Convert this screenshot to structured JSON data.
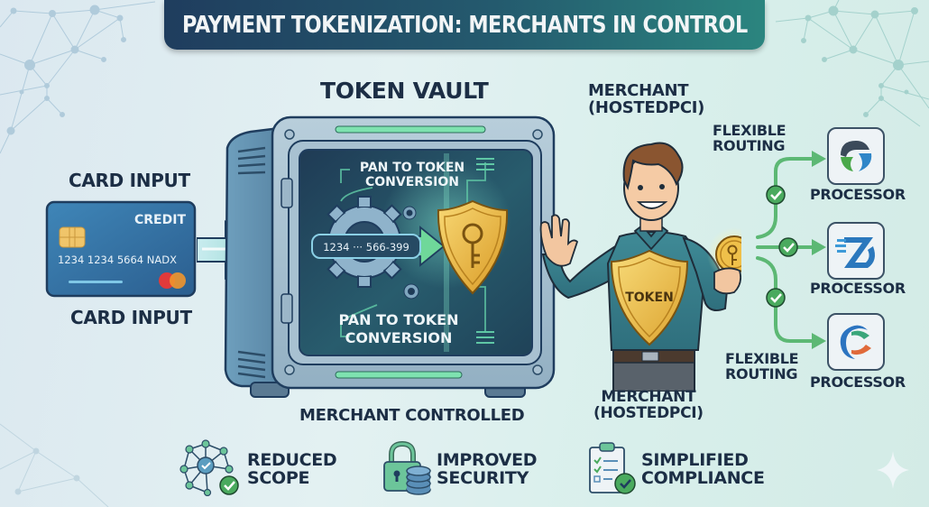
{
  "title": "PAYMENT TOKENIZATION: MERCHANTS IN CONTROL",
  "card_section": {
    "label_top": "CARD INPUT",
    "label_bottom": "CARD INPUT",
    "card": {
      "type_label": "CREDIT",
      "number": "1234 1234 5664 NADX",
      "network_icon": "mastercard-logo"
    }
  },
  "vault": {
    "title": "TOKEN VAULT",
    "footer_label": "MERCHANT CONTROLLED",
    "conversion_label_top": [
      "PAN TO TOKEN",
      "CONVERSION"
    ],
    "conversion_label_bottom": [
      "PAN TO TOKEN",
      "CONVERSION"
    ],
    "pan_value": "1234 ··· 566-399",
    "icons": [
      "gear-icon",
      "shield-key-icon"
    ]
  },
  "merchant": {
    "label_top": [
      "MERCHANT",
      "(HOSTEDPCI)"
    ],
    "label_bottom": [
      "MERCHANT",
      "(HOSTEDPCI)"
    ],
    "shield_text": "TOKEN",
    "coin_icon": "token-coin-key-icon"
  },
  "routing": {
    "label_top": [
      "FLEXIBLE",
      "ROUTING"
    ],
    "label_bottom": [
      "FLEXIBLE",
      "ROUTING"
    ],
    "processors": [
      {
        "label": "PROCESSOR",
        "logo": "processor-logo-p",
        "colors": [
          "#3b4a5a",
          "#4aa84a",
          "#2f86c8"
        ]
      },
      {
        "label": "PROCESSOR",
        "logo": "processor-logo-z",
        "colors": [
          "#2b78bd",
          "#3d9ad8"
        ]
      },
      {
        "label": "PROCESSOR",
        "logo": "processor-logo-c",
        "colors": [
          "#2c74c0",
          "#3aa67a",
          "#e06a3a"
        ]
      }
    ]
  },
  "benefits": [
    {
      "label": [
        "REDUCED",
        "SCOPE"
      ],
      "icon": "network-check-icon"
    },
    {
      "label": [
        "IMPROVED",
        "SECURITY"
      ],
      "icon": "lock-database-icon"
    },
    {
      "label": [
        "SIMPLIFIED",
        "COMPLIANCE"
      ],
      "icon": "clipboard-check-icon"
    }
  ],
  "colors": {
    "title_bg_start": "#1f3d5e",
    "title_bg_end": "#2b857f",
    "text_dark": "#1c2e45",
    "accent_green": "#4dbb74",
    "gold": "#e9b93a",
    "card_blue": "#2f6c9e"
  }
}
